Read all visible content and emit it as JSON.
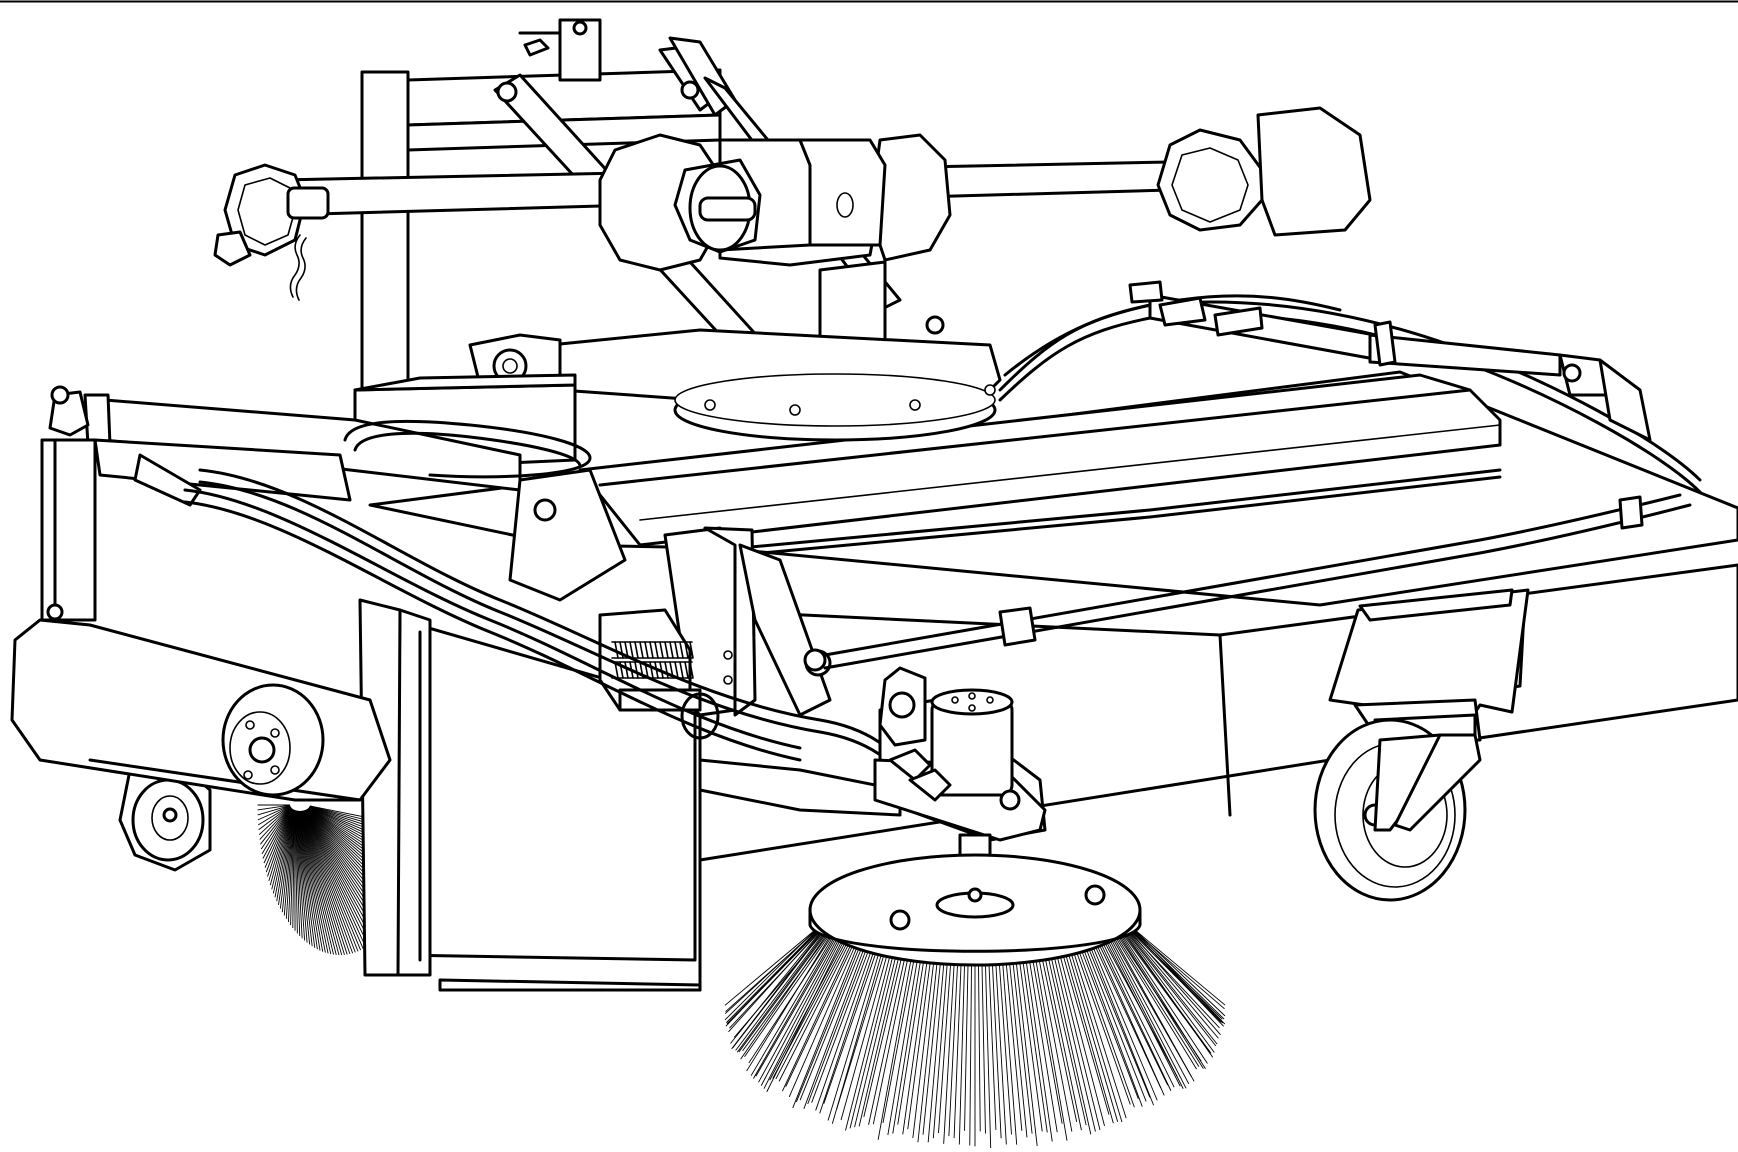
{
  "figure": {
    "subject": "road-sweeper-attachment",
    "colors": {
      "line": "#000000",
      "background": "#ffffff"
    },
    "parts": [
      {
        "id": "top-border",
        "icon": "rule-line"
      },
      {
        "id": "three-point-hitch",
        "icon": "hitch"
      },
      {
        "id": "drive-shaft",
        "icon": "shaft"
      },
      {
        "id": "gearbox",
        "icon": "gearbox"
      },
      {
        "id": "main-broom-housing",
        "icon": "housing"
      },
      {
        "id": "hydraulic-hoses",
        "icon": "hose"
      },
      {
        "id": "lift-cylinder",
        "icon": "cylinder"
      },
      {
        "id": "side-broom-motor",
        "icon": "motor"
      },
      {
        "id": "side-broom",
        "icon": "brush"
      },
      {
        "id": "main-broom",
        "icon": "brush"
      },
      {
        "id": "caster-wheel-right",
        "icon": "wheel"
      },
      {
        "id": "wheel-left",
        "icon": "wheel"
      },
      {
        "id": "tension-springs",
        "icon": "spring"
      }
    ]
  }
}
